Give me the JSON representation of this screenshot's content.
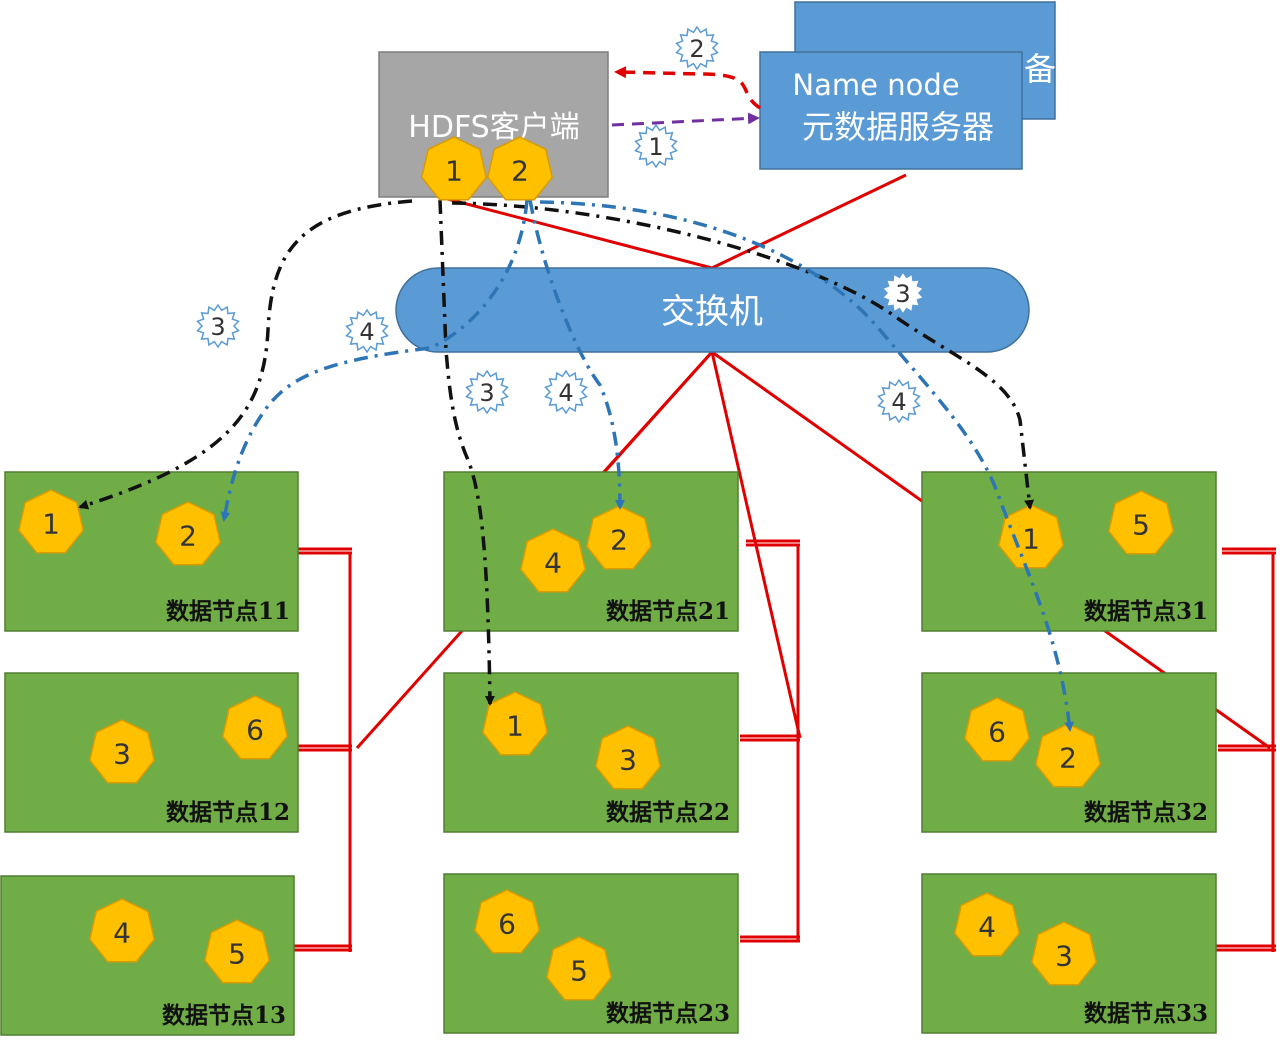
{
  "colors": {
    "client_fill": "#a6a6a6",
    "namenode_fill": "#5b9bd5",
    "switch_fill": "#5b9bd5",
    "datanode_fill": "#70ad47",
    "block_fill": "#ffc000",
    "red_line": "#e00000",
    "black_arrow": "#111111",
    "blue_arrow": "#2e75b6",
    "purple_arrow": "#7030a0"
  },
  "client": {
    "label": "HDFS客户端",
    "blocks": [
      "1",
      "2"
    ]
  },
  "namenode": {
    "line1": "Name node",
    "line2": "元数据服务器",
    "backup_label": "备"
  },
  "switch": {
    "label": "交换机"
  },
  "steps": {
    "request": "1",
    "response": "2",
    "write_block1_a": "3",
    "write_block1_b": "3",
    "write_block1_c": "3",
    "write_block2_a": "4",
    "write_block2_b": "4",
    "write_block2_c": "4"
  },
  "datanodes": [
    {
      "label": "数据节点11",
      "blocks": [
        "1",
        "2"
      ]
    },
    {
      "label": "数据节点12",
      "blocks": [
        "3",
        "6"
      ]
    },
    {
      "label": "数据节点13",
      "blocks": [
        "4",
        "5"
      ]
    },
    {
      "label": "数据节点21",
      "blocks": [
        "4",
        "2"
      ]
    },
    {
      "label": "数据节点22",
      "blocks": [
        "1",
        "3"
      ]
    },
    {
      "label": "数据节点23",
      "blocks": [
        "6",
        "5"
      ]
    },
    {
      "label": "数据节点31",
      "blocks": [
        "1",
        "5"
      ]
    },
    {
      "label": "数据节点32",
      "blocks": [
        "6",
        "2"
      ]
    },
    {
      "label": "数据节点33",
      "blocks": [
        "4",
        "3"
      ]
    }
  ]
}
